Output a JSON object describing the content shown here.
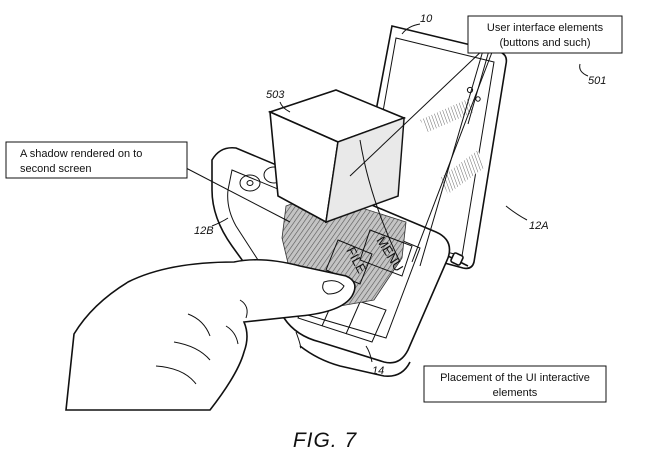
{
  "figure": {
    "label": "FIG. 7"
  },
  "callouts": {
    "ui_elements": [
      "User interface elements",
      "(buttons and such)"
    ],
    "shadow": [
      "A shadow rendered on to",
      "second screen"
    ],
    "placement": [
      "Placement of the UI interactive",
      "elements"
    ]
  },
  "reference_numerals": {
    "device": "10",
    "cube": "503",
    "ui_elements": "501",
    "upper_screen": "12A",
    "lower_screen": "12B",
    "touch_region": "14"
  },
  "on_screen_buttons": {
    "menu": "MENU",
    "file": "FILE"
  },
  "colors": {
    "ink": "#111111",
    "paper": "#ffffff",
    "shadow": "#9a9a9a"
  }
}
